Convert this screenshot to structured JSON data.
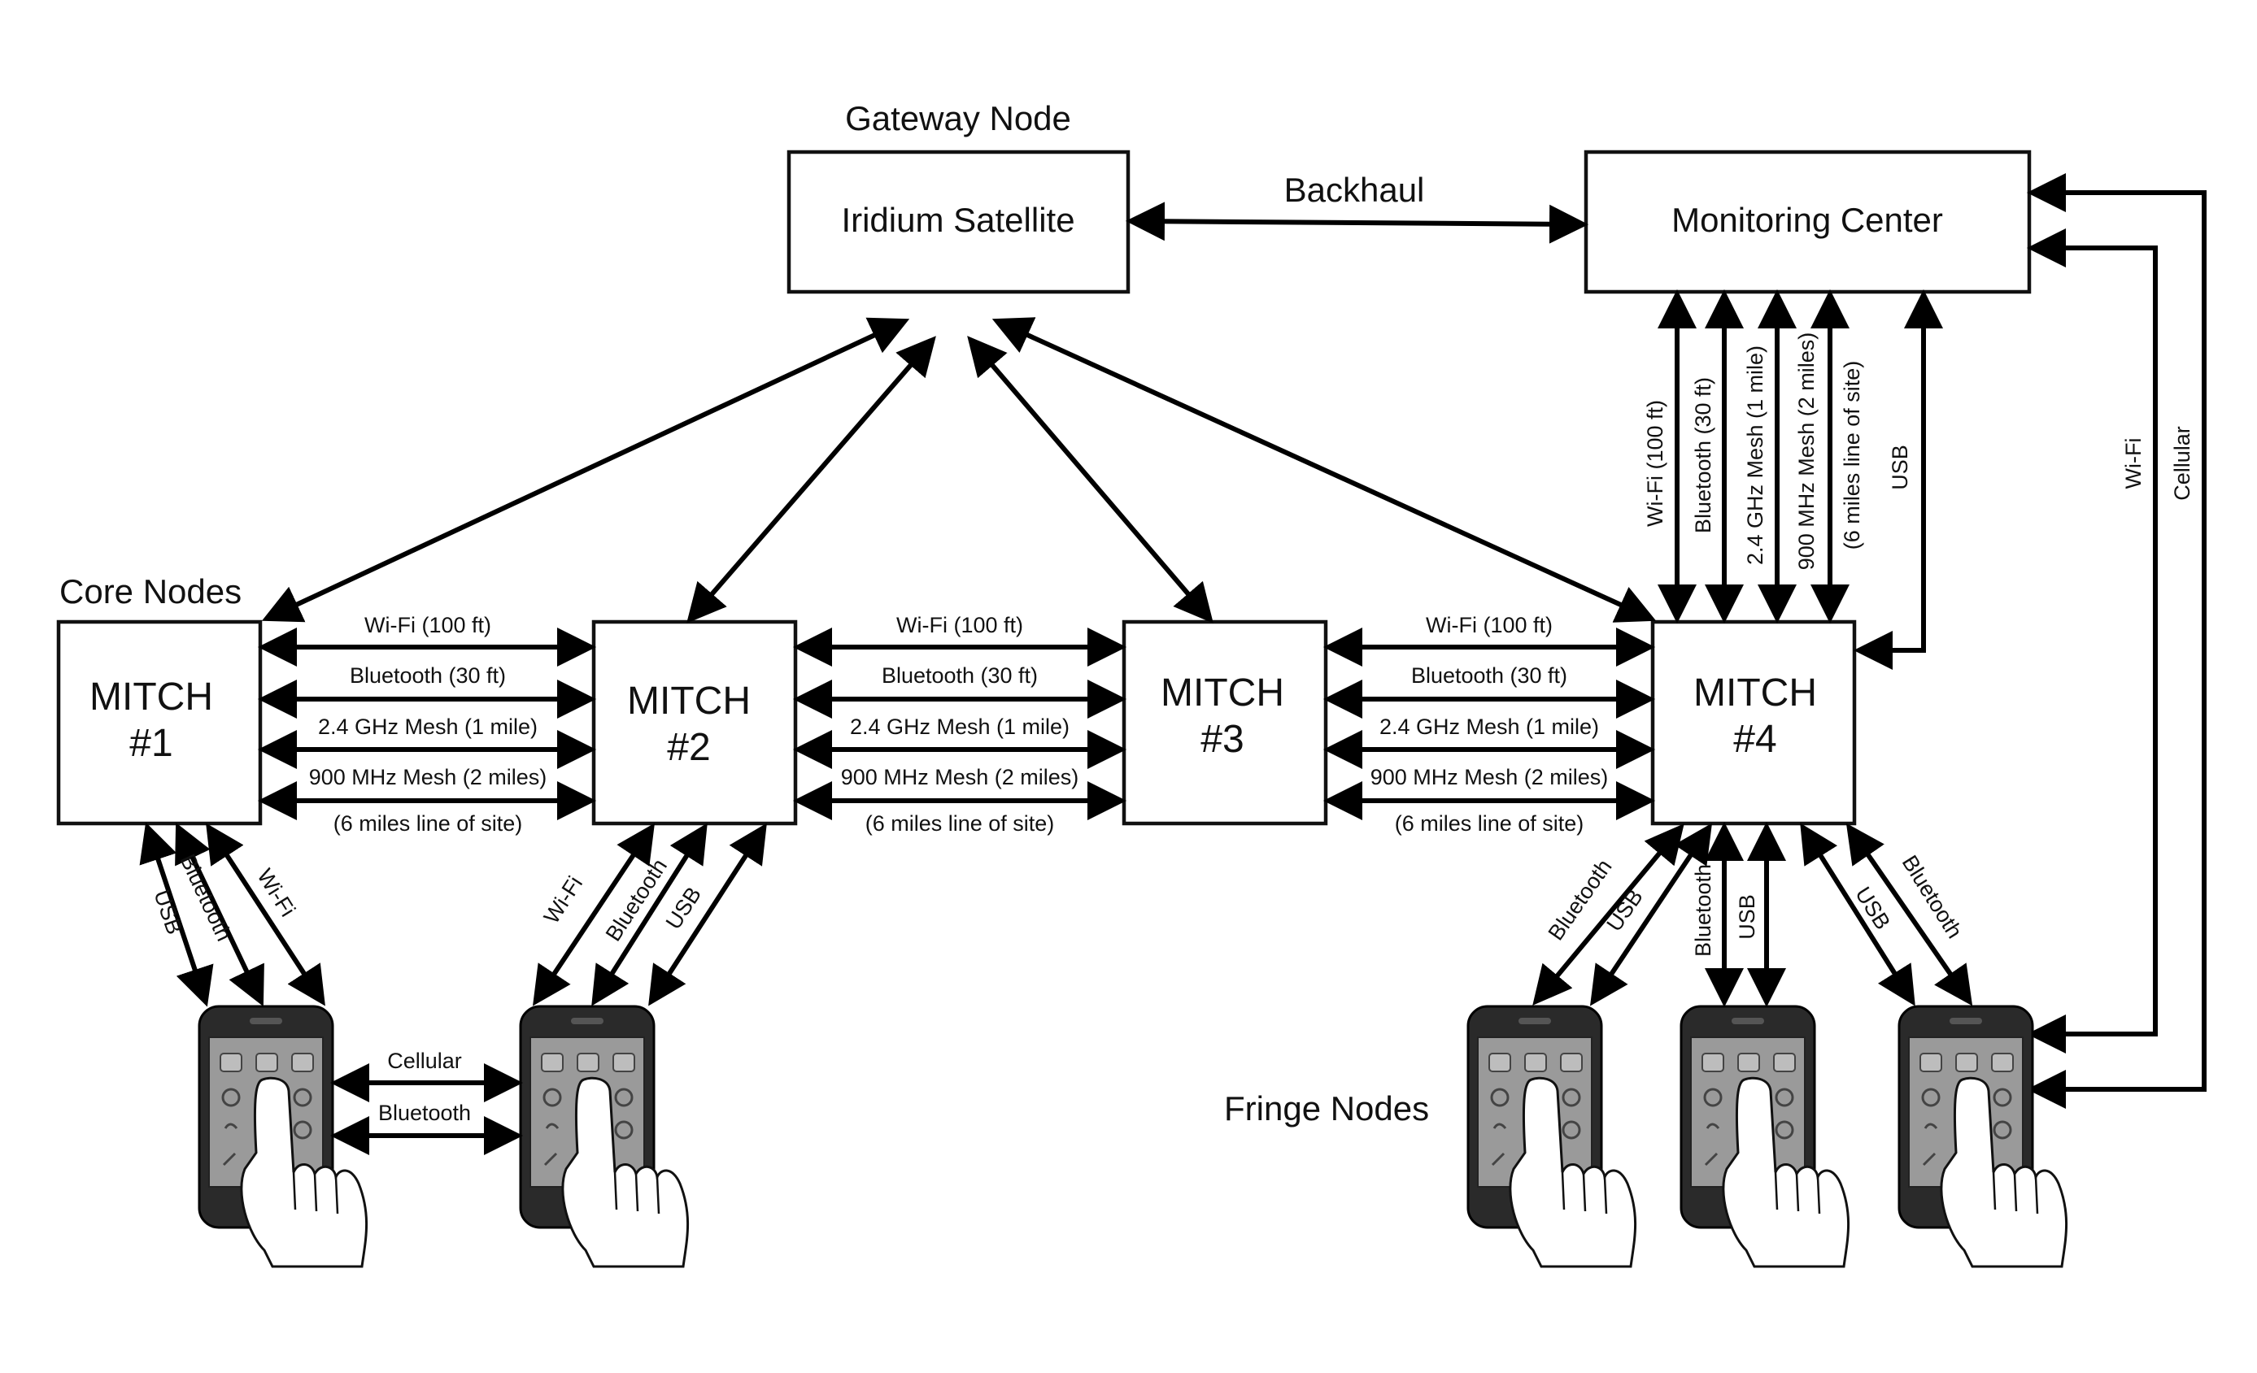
{
  "headings": {
    "gateway": "Gateway Node",
    "core": "Core Nodes",
    "fringe": "Fringe Nodes",
    "backhaul": "Backhaul"
  },
  "boxes": {
    "satellite": "Iridium Satellite",
    "monitoring": "Monitoring Center"
  },
  "mitch": [
    {
      "line1": "MITCH",
      "line2": "#1"
    },
    {
      "line1": "MITCH",
      "line2": "#2"
    },
    {
      "line1": "MITCH",
      "line2": "#3"
    },
    {
      "line1": "MITCH",
      "line2": "#4"
    }
  ],
  "mesh_links": [
    "Wi-Fi (100 ft)",
    "Bluetooth (30 ft)",
    "2.4 GHz Mesh (1 mile)",
    "900 MHz Mesh (2 miles)",
    "(6 miles line of site)"
  ],
  "monitor_links": [
    "Wi-Fi (100 ft)",
    "Bluetooth (30 ft)",
    "2.4 GHz Mesh (1 mile)",
    "900 MHz Mesh (2 miles)",
    "(6 miles line of site)",
    "USB"
  ],
  "long_links": {
    "wifi": "Wi-Fi",
    "cellular": "Cellular"
  },
  "phone_links": {
    "m1": [
      "USB",
      "Bluetooth",
      "Wi-Fi"
    ],
    "m2": [
      "Wi-Fi",
      "Bluetooth",
      "USB"
    ],
    "m4_left": [
      "Bluetooth",
      "USB"
    ],
    "m4_mid": [
      "Bluetooth",
      "USB"
    ],
    "m4_right": [
      "USB",
      "Bluetooth"
    ]
  },
  "phone_pair_links": [
    "Cellular",
    "Bluetooth"
  ]
}
